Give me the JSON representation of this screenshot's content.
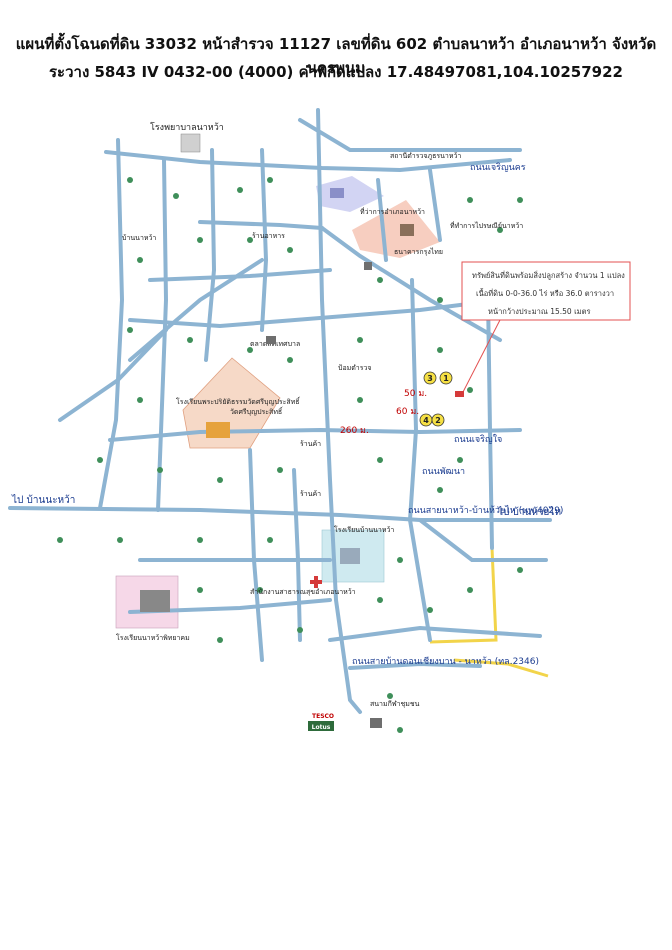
{
  "title": {
    "line1": "แผนที่ตั้งโฉนดที่ดิน 33032 หน้าสำรวจ 11127 เลขที่ดิน 602 ตำบลนาหว้า อำเภอนาหว้า จังหวัดนครพนม",
    "line2": "ระวาง 5843 IV 0432-00 (4000) ค่าพิกัดแปลง 17.48497081,104.10257922"
  },
  "callout": {
    "line1": "ทรัพย์สินที่ดินพร้อมสิ่งปลูกสร้าง จำนวน 1 แปลง",
    "line2": "เนื้อที่ดิน 0-0-36.0 ไร่ หรือ 36.0 ตารางวา",
    "line3": "หน้ากว้างประมาณ 15.50 เมตร"
  },
  "landmarks": {
    "hospital": "โรงพยาบาลนาหว้า",
    "police_station": "สถานีตำรวจภูธรนาหว้า",
    "district_office": "ที่ว่าการอำเภอนาหว้า",
    "land_office": "ที่ทำการไปรษณีย์นาหว้า",
    "school_left": "โรงเรียนพระปริยัติธรรมวัดศรีบุญประสิทธิ์",
    "temple": "วัดศรีบุญประสิทธิ์",
    "market": "ตลาดสดเทศบาล",
    "school_center": "โรงเรียนบ้านนาหว้า",
    "health_center": "สำนักงานสาธารณสุขอำเภอนาหว้า",
    "school_bottom": "โรงเรียนนาหว้าพิทยาคม",
    "bank": "ธนาคารกรุงไทย",
    "lotus": "Lotus",
    "stadium": "สนามกีฬาชุมชน",
    "checkpoint": "ป้อมตำรวจ",
    "village_a": "บ้านนาหว้า",
    "village_b": "ร้านค้า",
    "village_c": "ร้านค้า",
    "fuel": "ร้านอาหาร",
    "tesco": "TESCO"
  },
  "roads": {
    "to_naphawa": "ไป บ้านนะหว้า",
    "to_huaithai": "ไป บ้านห้วยไห",
    "road_4029": "ถนนสายนาหว้า-บ้านห้วยไห (นพ.4029)",
    "road_2346": "ถนนสายบ้านดอนเชียงบาน - นาหว้า (ทล.2346)",
    "road_east": "ถนนเจริญใจ",
    "road_mid": "ถนนพัฒนา",
    "road_top": "ถนนเจริญนคร"
  },
  "distances": {
    "d1": "260 ม.",
    "d2": "60 ม.",
    "d3": "50 ม."
  },
  "markers": [
    "1",
    "2",
    "3",
    "4"
  ],
  "colors": {
    "road": "#7fa8c9",
    "road_edge": "#4f7ea8",
    "highway_yellow": "#f2d44a",
    "tree": "#3f8f5a",
    "callout_line": "#e35050",
    "highlight": "#f3c9a8"
  }
}
